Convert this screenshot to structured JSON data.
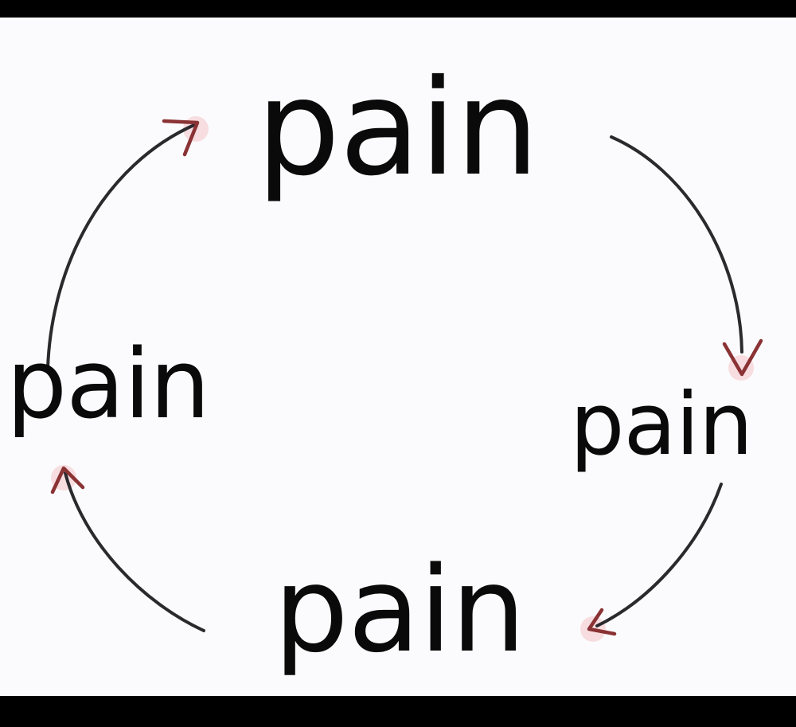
{
  "diagram": {
    "nodes": [
      {
        "id": "top",
        "label": "pain"
      },
      {
        "id": "right",
        "label": "pain"
      },
      {
        "id": "bottom",
        "label": "pain"
      },
      {
        "id": "left",
        "label": "pain"
      }
    ],
    "edges": [
      {
        "from": "top",
        "to": "right"
      },
      {
        "from": "right",
        "to": "bottom"
      },
      {
        "from": "bottom",
        "to": "left"
      },
      {
        "from": "left",
        "to": "top"
      }
    ],
    "colors": {
      "background": "#fbfbfd",
      "text": "#0a0a0a",
      "arrow_line": "#2a2a2e",
      "arrow_head": "#8a3234",
      "frame": "#000000"
    }
  }
}
